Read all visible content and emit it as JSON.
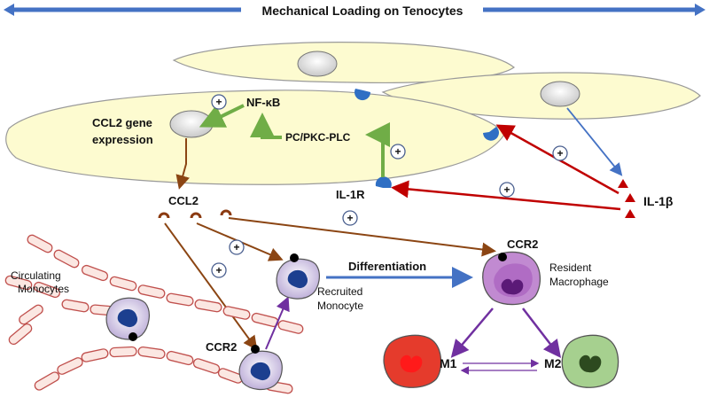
{
  "title": "Mechanical Loading on Tenocytes",
  "labels": {
    "nfkb": "NF-κB",
    "ccl2_gene_line1": "CCL2 gene",
    "ccl2_gene_line2": "expression",
    "pkc": "PC/PKC-PLC",
    "il1r": "IL-1R",
    "il1b": "IL-1β",
    "ccl2": "CCL2",
    "ccr2_top": "CCR2",
    "ccr2_bottom": "CCR2",
    "differentiation": "Differentiation",
    "resident_line1": "Resident",
    "resident_line2": "Macrophage",
    "recruited_line1": "Recruited",
    "recruited_line2": "Monocyte",
    "circ_line1": "Circulating",
    "circ_line2": "Monocytes",
    "m1": "M1",
    "m2": "M2"
  },
  "plus_sign": "+",
  "colors": {
    "title_arrow": "#4472c4",
    "cell_fill": "#fdfbd0",
    "cell_stroke": "#9a9a9a",
    "brown": "#8b4513",
    "red": "#c00000",
    "green": "#70ad47",
    "blue": "#4472c4",
    "purple": "#7030a0",
    "vessel": "#c0504d",
    "vessel_fill": "#fbe7e2",
    "m1": "#e53b2c",
    "m2": "#8fc07a",
    "macrophage": "#b06cc4"
  }
}
